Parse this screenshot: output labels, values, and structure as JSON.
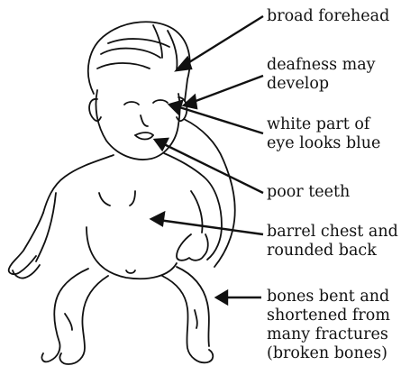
{
  "labels": {
    "forehead": "broad forehead",
    "deafness": [
      "deafness may",
      "develop"
    ],
    "eye": [
      "white part of",
      "eye looks blue"
    ],
    "teeth": "poor teeth",
    "chest": [
      "barrel chest and",
      "rounded back"
    ],
    "bones": [
      "bones bent and",
      "shortened from",
      "many fractures",
      "(broken bones)"
    ]
  },
  "colors": {
    "ink": "#111111",
    "background": "#ffffff"
  }
}
